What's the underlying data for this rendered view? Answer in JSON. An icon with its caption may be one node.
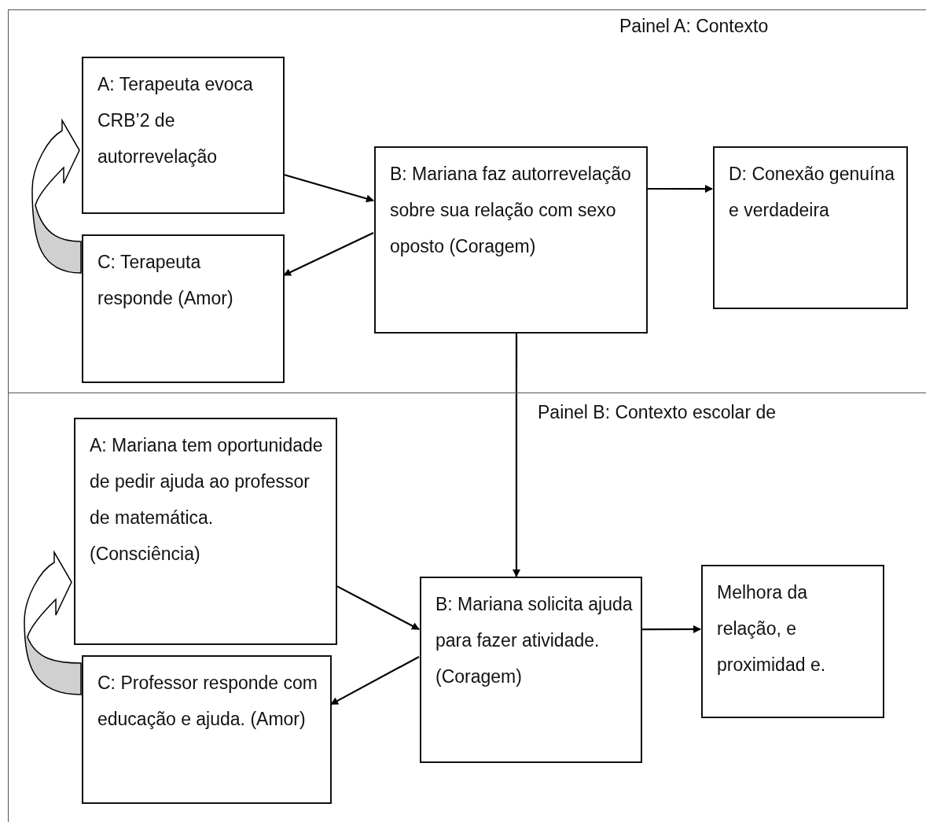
{
  "diagram": {
    "nodes": [
      {
        "text": [
          "Painel A: Contexto"
        ]
      },
      {
        "text": [
          "A: Terapeuta evoca CRB’2 de autorrevelação"
        ],
        "in": 0
      },
      {
        "text": [
          "C: Terapeuta responde (Amor)"
        ],
        "in": 0
      },
      {
        "text": [
          "B: Mariana faz autorrevelação sobre sua relação com sexo oposto (Coragem)"
        ],
        "in": 0
      },
      {
        "text": [
          "D: Conexão genuína e verdadeira"
        ],
        "in": 0
      },
      {
        "text": [
          "Painel B: Contexto escolar de"
        ]
      },
      {
        "text": [
          "A: Mariana tem oportunidade de pedir ajuda ao professor de matemática. (Consciência)"
        ],
        "in": 5
      },
      {
        "text": [
          "C: Professor responde com educação e ajuda. (Amor)"
        ],
        "in": 5
      },
      {
        "text": [
          "B: Mariana solicita ajuda para fazer atividade. (Coragem)"
        ],
        "in": 5
      },
      {
        "text": [
          "Melhora da relação, e proximidad e."
        ],
        "in": 5
      }
    ],
    "edges": [
      {
        "from": 1,
        "to": 3,
        "arrow": "to"
      },
      {
        "from": 3,
        "to": 2,
        "arrow": "to"
      },
      {
        "from": 3,
        "to": 4,
        "arrow": "to"
      },
      {
        "from": 2,
        "to": 1,
        "arrow": "to",
        "style": "thick"
      },
      {
        "from": 3,
        "to": 8,
        "arrow": "to"
      },
      {
        "from": 6,
        "to": 8,
        "arrow": "to"
      },
      {
        "from": 8,
        "to": 7,
        "arrow": "to"
      },
      {
        "from": 8,
        "to": 9,
        "arrow": "to"
      },
      {
        "from": 7,
        "to": 6,
        "arrow": "to",
        "style": "thick"
      }
    ]
  }
}
